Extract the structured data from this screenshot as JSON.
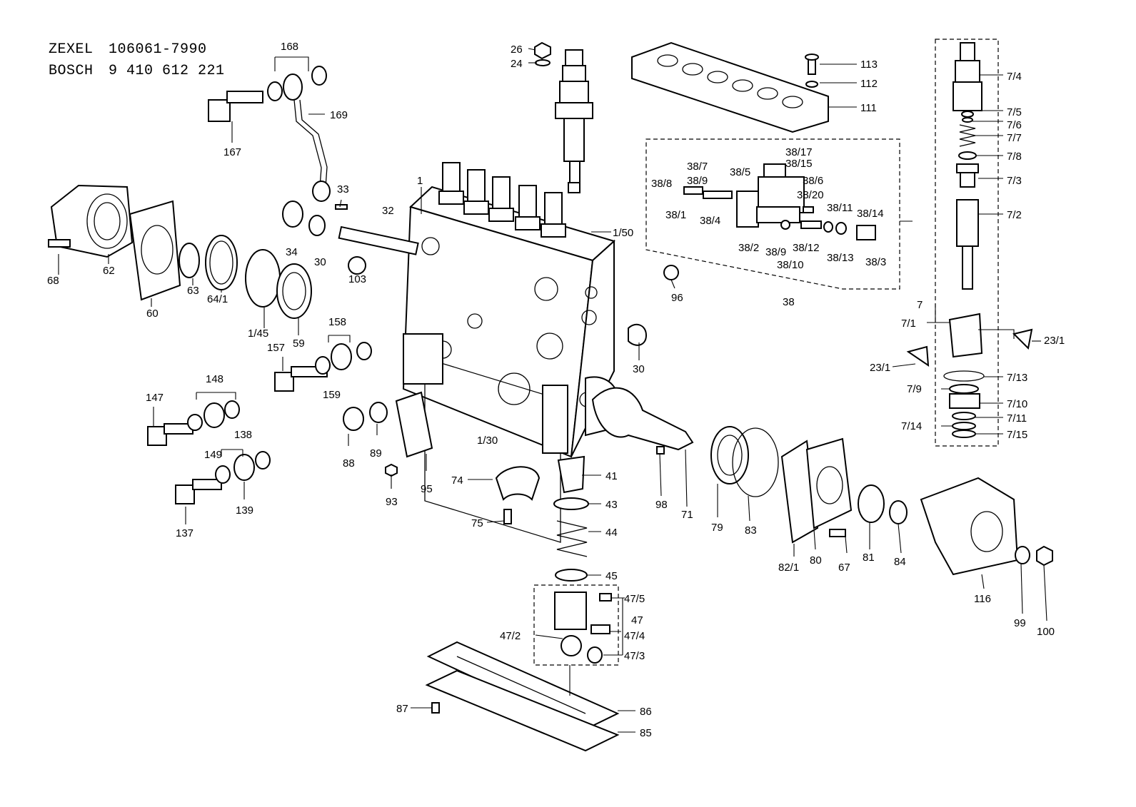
{
  "header": {
    "brand1": "ZEXEL",
    "part1": "106061-7990",
    "brand2": "BOSCH",
    "part2": "9 410 612 221"
  },
  "labels": {
    "l26": "26",
    "l24": "24",
    "l113": "113",
    "l112": "112",
    "l111": "111",
    "l168": "168",
    "l169": "169",
    "l167": "167",
    "l33": "33",
    "l34": "34",
    "l30a": "30",
    "l32": "32",
    "l1": "1",
    "l150": "1/50",
    "l68": "68",
    "l62": "62",
    "l60": "60",
    "l63": "63",
    "l641": "64/1",
    "l145": "1/45",
    "l59": "59",
    "l103": "103",
    "l158": "158",
    "l157": "157",
    "l159": "159",
    "l148": "148",
    "l147": "147",
    "l149": "149",
    "l138": "138",
    "l137": "137",
    "l139": "139",
    "l88": "88",
    "l89": "89",
    "l95": "95",
    "l93": "93",
    "l130": "1/30",
    "l74": "74",
    "l75": "75",
    "l41": "41",
    "l43": "43",
    "l44": "44",
    "l45": "45",
    "l475": "47/5",
    "l47": "47",
    "l472": "47/2",
    "l474": "47/4",
    "l473": "47/3",
    "l87": "87",
    "l86": "86",
    "l85": "85",
    "l96": "96",
    "l30b": "30",
    "l98": "98",
    "l71": "71",
    "l79": "79",
    "l83": "83",
    "l821": "82/1",
    "l80": "80",
    "l67": "67",
    "l81": "81",
    "l84": "84",
    "l116": "116",
    "l99": "99",
    "l100": "100",
    "l3817": "38/17",
    "l3815": "38/15",
    "l387": "38/7",
    "l389a": "38/9",
    "l385": "38/5",
    "l386": "38/6",
    "l388": "38/8",
    "l3820": "38/20",
    "l381": "38/1",
    "l384": "38/4",
    "l3811": "38/11",
    "l3814": "38/14",
    "l382": "38/2",
    "l389b": "38/9",
    "l3812": "38/12",
    "l3813": "38/13",
    "l383": "38/3",
    "l3810": "38/10",
    "l38": "38",
    "l74b": "7/4",
    "l75b": "7/5",
    "l76": "7/6",
    "l77": "7/7",
    "l78": "7/8",
    "l73": "7/3",
    "l72": "7/2",
    "l7": "7",
    "l71b": "7/1",
    "l231a": "23/1",
    "l231b": "23/1",
    "l713": "7/13",
    "l79b": "7/9",
    "l710": "7/10",
    "l711": "7/11",
    "l714": "7/14",
    "l715": "7/15"
  }
}
